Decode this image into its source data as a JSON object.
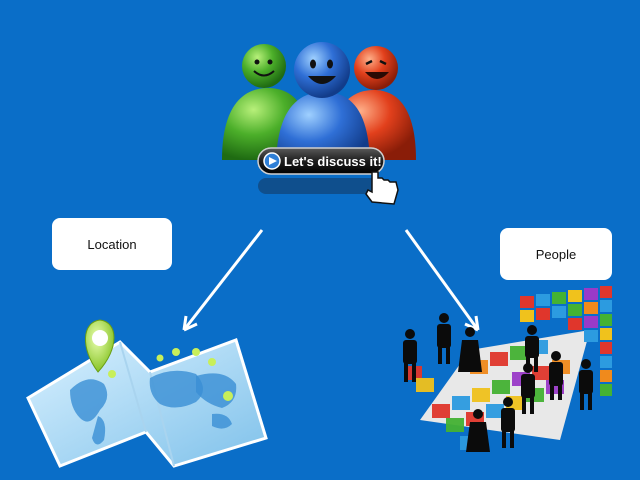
{
  "slide": {
    "background": "#0a6ec8",
    "center_graphic": {
      "button_text": "Let's discuss it!",
      "icons": [
        "smiley-green-person-icon",
        "smiley-blue-person-icon",
        "smiley-red-person-icon",
        "hand-cursor-icon"
      ]
    },
    "labels": {
      "location": "Location",
      "people": "People"
    },
    "images": {
      "left": "world-map-with-pins",
      "right": "business-people-on-puzzle"
    }
  }
}
